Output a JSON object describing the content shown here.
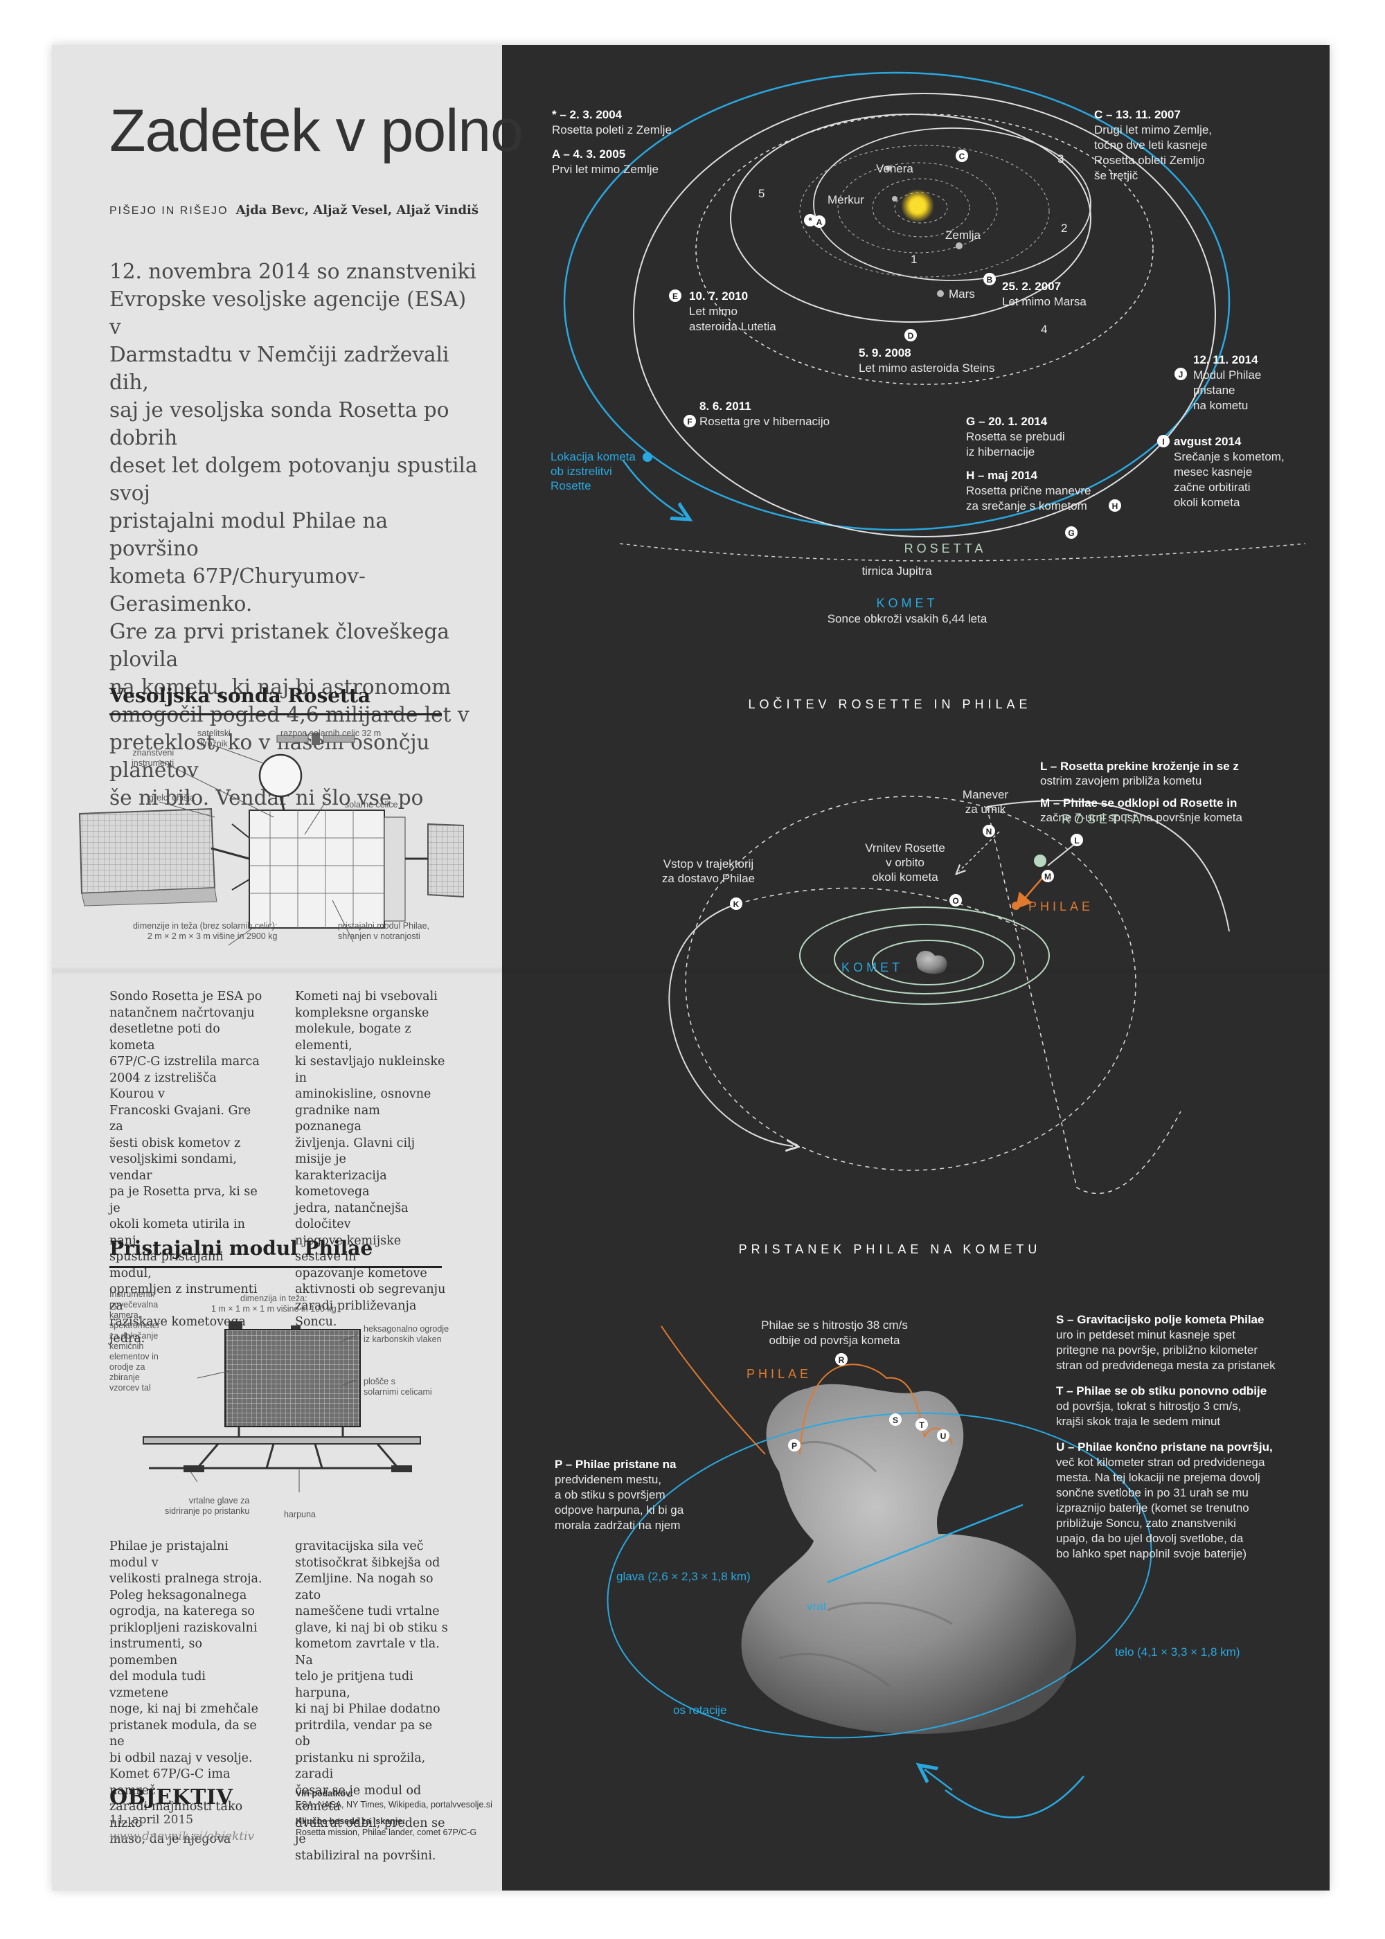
{
  "title": "Zadetek v polno",
  "byline": {
    "caption": "PIŠEJO IN RIŠEJO",
    "names": "Ajda Bevc, Aljaž Vesel, Aljaž Vindiš"
  },
  "lead_lines": [
    "12. novembra 2014 so znanstveniki",
    "Evropske vesoljske agencije (ESA) v",
    "Darmstadtu v Nemčiji zadrževali dih,",
    "saj je vesoljska sonda Rosetta po dobrih",
    "deset let dolgem potovanju spustila svoj",
    "pristajalni modul Philae na površino",
    "kometa 67P/Churyumov-Gerasimenko.",
    "Gre za prvi pristanek človeškega plovila",
    "na kometu, ki naj bi astronomom",
    "omogočil pogled 4,6 milijarde let v",
    "preteklost, ko v našem osončju planetov",
    "še ni bilo. Vendar ni šlo vse po načrtih."
  ],
  "rosetta": {
    "heading": "Vesoljska sonda Rosetta",
    "labels": {
      "satellite": [
        "satelitski",
        "krožnik"
      ],
      "instruments": [
        "znanstveni",
        "instrumenti"
      ],
      "span": "razpon solarnih celic 32 m",
      "heaters": "grelci ohišja",
      "solar": "solarne celice",
      "dims": [
        "dimenzije in teža (brez solarnih celic):",
        "2 m × 2 m × 3 m višine in 2900 kg"
      ],
      "module": [
        "pristajalni modul Philae,",
        "shranjen v notranjosti"
      ]
    },
    "col1": [
      "Sondo Rosetta je ESA po",
      "natančnem načrtovanju",
      "desetletne poti do kometa",
      "67P/C-G izstrelila marca",
      "2004 z izstrelišča Kourou v",
      "Francoski Gvajani. Gre za",
      "šesti obisk kometov z",
      "vesoljskimi sondami, vendar",
      "pa je Rosetta prva, ki se je",
      "okoli kometa utirila in nanj",
      "spustila pristajalni modul,",
      "opremljen z instrumenti za",
      "raziskave kometovega jedra."
    ],
    "col2": [
      "Kometi naj bi vsebovali",
      "kompleksne organske",
      "molekule, bogate z elementi,",
      "ki sestavljajo nukleinske in",
      "aminokisline, osnovne",
      "gradnike nam poznanega",
      "življenja. Glavni cilj misije je",
      "karakterizacija kometovega",
      "jedra, natančnejša določitev",
      "njegove kemijske sestave in",
      "opazovanje kometove",
      "aktivnosti ob segrevanju",
      "zaradi približevanja Soncu."
    ]
  },
  "philae": {
    "heading": "Pristajalni modul Philae",
    "labels": {
      "instruments": [
        "Instrumenti:",
        "povečevalna",
        "kamera,",
        "spektrometer",
        "za določanje",
        "kemičnih",
        "elementov in",
        "orodje za",
        "zbiranje",
        "vzorcev tal"
      ],
      "dims": [
        "dimenzija in teža:",
        "1 m × 1 m × 1 m višine in 100 kg"
      ],
      "frame": [
        "heksagonalno ogrodje",
        "iz karbonskih vlaken"
      ],
      "plates": [
        "plošče s",
        "solarnimi celicami"
      ],
      "screws": [
        "vrtalne glave za",
        "sidriranje po pristanku"
      ],
      "harpoon": "harpuna"
    },
    "col1": [
      "Philae je pristajalni modul v",
      "velikosti pralnega stroja.",
      "Poleg heksagonalnega",
      "ogrodja, na katerega so",
      "priklopljeni raziskovalni",
      "instrumenti, so pomemben",
      "del modula tudi vzmetene",
      "noge, ki naj bi zmehčale",
      "pristanek modula, da se ne",
      "bi odbil nazaj v vesolje.",
      "Komet 67P/G-C ima namreč",
      "zaradi majhnosti tako nizko",
      "maso, da je njegova"
    ],
    "col2": [
      "gravitacijska sila več",
      "stotisočkrat šibkejša od",
      "Zemljine. Na nogah so zato",
      "nameščene tudi vrtalne",
      "glave, ki naj bi ob stiku s",
      "kometom zavrtale v tla. Na",
      "telo je pritjena tudi harpuna,",
      "ki naj bi Philae dodatno",
      "pritrdila, vendar pa se ob",
      "pristanku ni sprožila, zaradi",
      "česar se je modul od kometa",
      "dvakrat odbil, preden se je",
      "stabiliziral na površini."
    ]
  },
  "footer": {
    "brand": "OBJEKTIV",
    "date": "11. april 2015",
    "site": "www.dnevnik.si/objektiv",
    "sources_title": "Viri podatkov:",
    "sources": "ESA, NASA, NY Times, Wikipedia, portalvvesolje.si",
    "keywords_title": "Ključne besede za iskanje:",
    "keywords": "Rosetta mission, Philae lander, comet 67P/C-G"
  },
  "trajectory": {
    "planets": {
      "venus": "Venera",
      "mercury": "Merkur",
      "earth": "Zemlja",
      "mars": "Mars"
    },
    "events": {
      "star": [
        "* – 2. 3. 2004",
        "Rosetta poleti z Zemlje"
      ],
      "A": [
        "A – 4. 3. 2005",
        "Prvi let mimo Zemlje"
      ],
      "B": [
        "25. 2. 2007",
        "Let mimo Marsa"
      ],
      "C": [
        "C – 13. 11. 2007",
        "Drugi let mimo Zemlje,",
        "točno dve leti kasneje",
        "Rosetta obleti Zemljo",
        "še tretjič"
      ],
      "D": [
        "5. 9. 2008",
        "Let mimo asteroida Steins"
      ],
      "E": [
        "10. 7. 2010",
        "Let mimo",
        "asteroida Lutetia"
      ],
      "F": [
        "8. 6. 2011",
        "Rosetta gre v hibernacijo"
      ],
      "G": [
        "G – 20. 1. 2014",
        "Rosetta se prebudi",
        "iz hibernacije"
      ],
      "H": [
        "H – maj 2014",
        "Rosetta prične manevre",
        "za srečanje s kometom"
      ],
      "I": [
        "avgust 2014",
        "Srečanje s kometom,",
        "mesec kasneje",
        "začne orbitirati",
        "okoli kometa"
      ],
      "J": [
        "12. 11. 2014",
        "Modul Philae",
        "pristane",
        "na kometu"
      ]
    },
    "comet_loc": [
      "Lokacija kometa",
      "ob izstrelitvi",
      "Rosette"
    ],
    "rosetta": "ROSETTA",
    "jupiter": "tirnica Jupitra",
    "comet": "KOMET",
    "comet_period": "Sonce obkroži vsakih 6,44 leta",
    "orbit_numbers": [
      "1",
      "2",
      "3",
      "4",
      "5"
    ]
  },
  "separation": {
    "title": "LOČITEV ROSETTE IN PHILAE",
    "L": "L – Rosetta prekine kroženje in se z ostrim zavojem približa kometu",
    "L_lines": [
      "L – Rosetta prekine kroženje in se z",
      "ostrim zavojem približa kometu"
    ],
    "M_lines": [
      "M – Philae se odklopi od Rosette in",
      "začne 7-urni spust na površnje kometa"
    ],
    "N": [
      "Manever",
      "za umik"
    ],
    "O": [
      "Vrnitev Rosette",
      "v orbito",
      "okoli kometa"
    ],
    "K": [
      "Vstop v trajektorij",
      "za dostavo Philae"
    ],
    "rosetta": "ROSETTA",
    "philae": "PHILAE",
    "comet": "KOMET"
  },
  "landing": {
    "title": "PRISTANEK PHILAE NA KOMETU",
    "R": [
      "Philae se s hitrostjo 38 cm/s",
      "odbije od površja kometa"
    ],
    "philae": "PHILAE",
    "P": [
      "P – Philae pristane na",
      "predvidenem mestu,",
      "a ob stiku s površjem",
      "odpove harpuna, ki bi ga",
      "morala zadržati na njem"
    ],
    "S": [
      "S – Gravitacijsko polje kometa Philae",
      "uro in petdeset minut kasneje spet",
      "pritegne na površje, približno kilometer",
      "stran od predvidenega mesta za pristanek"
    ],
    "T": [
      "T – Philae se ob stiku ponovno odbije",
      "od površja, tokrat s hitrostjo 3 cm/s,",
      "krajši skok traja le sedem minut"
    ],
    "U": [
      "U – Philae končno pristane na površju,",
      "več kot kilometer stran od predvidenega",
      "mesta. Na tej lokaciji ne prejema dovolj",
      "sončne svetlobe in po 31 urah se mu",
      "izpraznijo baterije (komet se trenutno",
      "približuje Soncu, zato znanstveniki",
      "upajo, da bo ujel dovolj svetlobe, da",
      "bo lahko spet napolnil svoje baterije)"
    ],
    "head": "glava (2,6 × 2,3 × 1,8 km)",
    "neck": "vrat",
    "body": "telo (4,1 × 3,3 × 1,8 km)",
    "axis": "os rotacije"
  },
  "colors": {
    "blue": "#29a8e0",
    "orange": "#e07a2f",
    "green": "#b8d8c0",
    "dark": "#2c2c2c",
    "panel": "#e4e4e4"
  },
  "markers": [
    "*",
    "A",
    "B",
    "C",
    "D",
    "E",
    "F",
    "G",
    "H",
    "I",
    "J",
    "K",
    "L",
    "M",
    "N",
    "O",
    "P",
    "R",
    "S",
    "T",
    "U"
  ]
}
